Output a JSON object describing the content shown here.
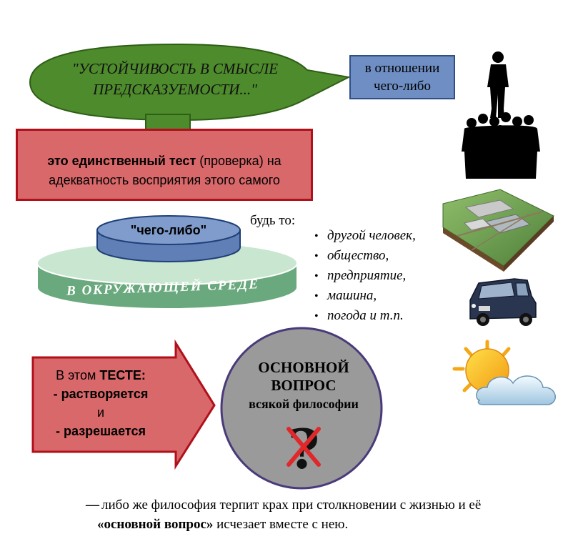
{
  "speech_bubble": {
    "line1": "\"УСТОЙЧИВОСТЬ В СМЫСЛЕ",
    "line2": "ПРЕДСКАЗУЕМОСТИ...\""
  },
  "relation_box": {
    "line1": "в отношении",
    "line2": "чего-либо"
  },
  "test_box": {
    "bold_part": "это единственный тест",
    "rest_part": " (проверка) на",
    "line2": "адекватность восприятия этого самого"
  },
  "disk": {
    "top_label": "\"чего-либо\"",
    "base_label": "В ОКРУЖАЮЩЕЙ СРЕДЕ"
  },
  "examples": {
    "intro": "будь то:",
    "items": [
      "другой человек,",
      "общество,",
      "предприятие,",
      "машина,",
      "погода и т.п."
    ]
  },
  "arrow_box": {
    "intro_plain": "В этом ",
    "intro_bold": "ТЕСТЕ:",
    "line2": "- растворяется",
    "line3": "и",
    "line4": "- разрешается"
  },
  "circle": {
    "line1": "ОСНОВНОЙ",
    "line2": "ВОПРОС",
    "line3": "всякой философии",
    "symbol": "?"
  },
  "footer": {
    "dash": "—",
    "line1": "либо же философия терпит крах при столкновении с жизнью и её",
    "bold": "«основной вопрос»",
    "rest": " исчезает вместе с нею."
  },
  "icons": [
    "person-silhouette-icon",
    "crowd-silhouette-icon",
    "factory-aerial-icon",
    "suv-car-icon",
    "sun-cloud-icon",
    "cross-mark-icon"
  ],
  "colors": {
    "bubble_green": "#4e8b2c",
    "relation_blue": "#6f8fc4",
    "test_red": "#d9686a",
    "disk_blue": "#6f8fc4",
    "disk_green": "#7cb98e",
    "circle_gray": "#9a9a9a",
    "circle_border": "#4a3a7a",
    "cross_red": "#e0282a"
  }
}
